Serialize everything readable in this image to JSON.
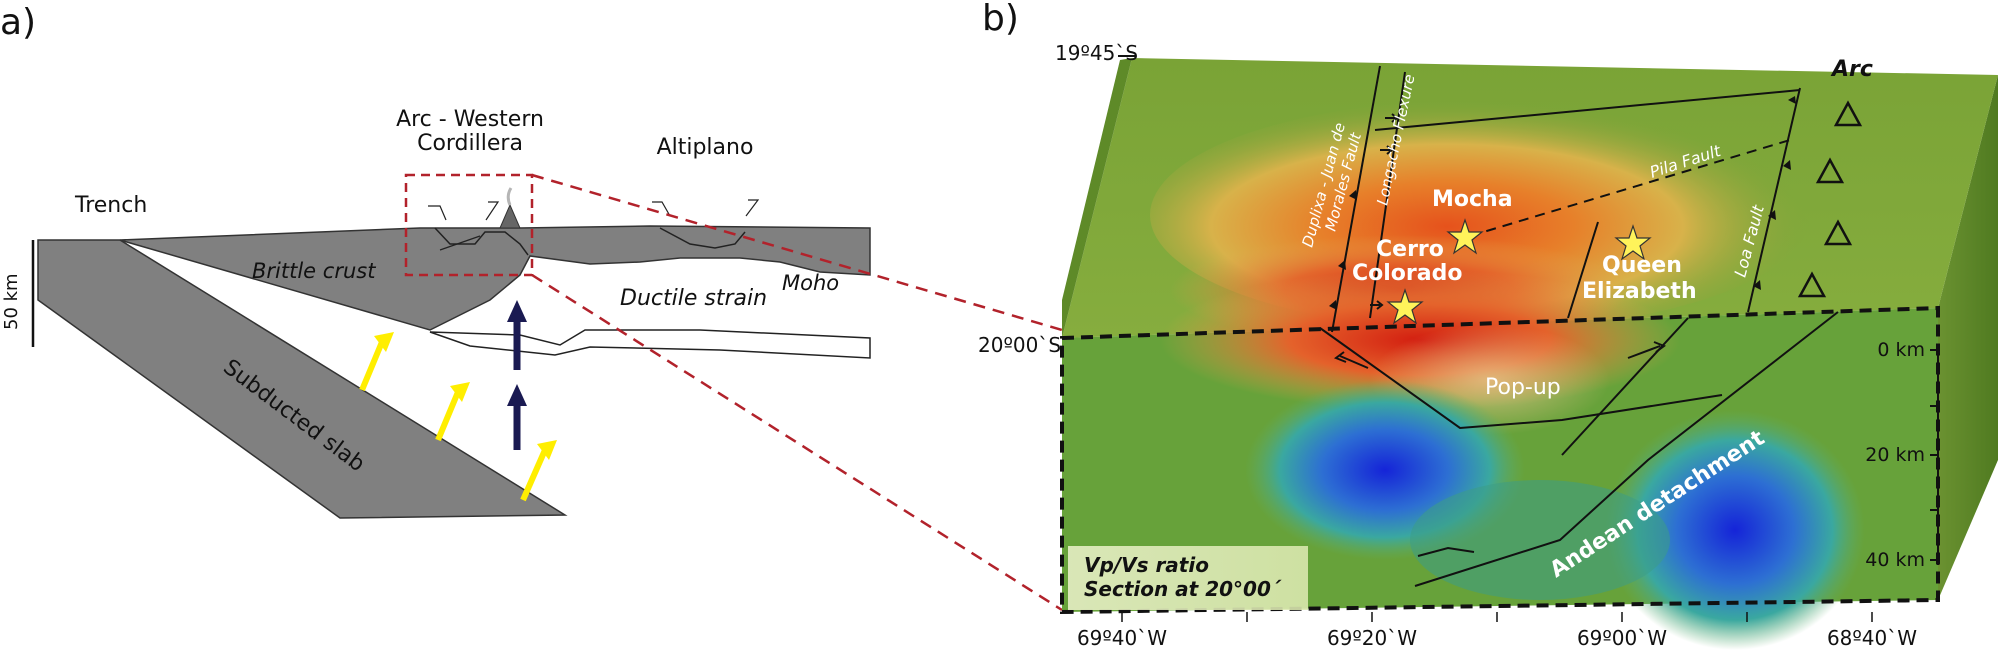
{
  "panel_a": {
    "panel_label": "a)",
    "trench": "Trench",
    "arc_line1": "Arc - Western",
    "arc_line2": "Cordillera",
    "altiplano": "Altiplano",
    "brittle_crust": "Brittle crust",
    "ductile_strain": "Ductile strain",
    "moho": "Moho",
    "subducted_slab": "Subducted slab",
    "scale_label": "50 km"
  },
  "panel_b": {
    "panel_label": "b)",
    "lat_top": "19º45`S",
    "lat_bottom": "20º00`S",
    "arc": "Arc",
    "fault_duplixa_1": "Duplixa - Juan de",
    "fault_duplixa_2": "Morales Fault",
    "fault_longacho": "Longacho Flexure",
    "fault_pila": "Pila Fault",
    "fault_loa": "Loa Fault",
    "mocha": "Mocha",
    "cerro_1": "Cerro",
    "cerro_2": "Colorado",
    "queen_1": "Queen",
    "queen_2": "Elizabeth",
    "popup": "Pop-up",
    "andean": "Andean detachment",
    "depth_labels": [
      "0 km",
      "20 km",
      "40 km"
    ],
    "legend_1": "Vp/Vs ratio",
    "legend_2": "Section at 20°00´",
    "lon_labels": [
      "69º40`W",
      "69º20`W",
      "69º00`W",
      "68º40`W"
    ]
  },
  "colors": {
    "crust_gray": "#808080",
    "connector_red": "#b2222b",
    "yellow_arrow": "#ffee00",
    "navy_arrow": "#1a1a52",
    "map_green": "#6f9a2e"
  }
}
